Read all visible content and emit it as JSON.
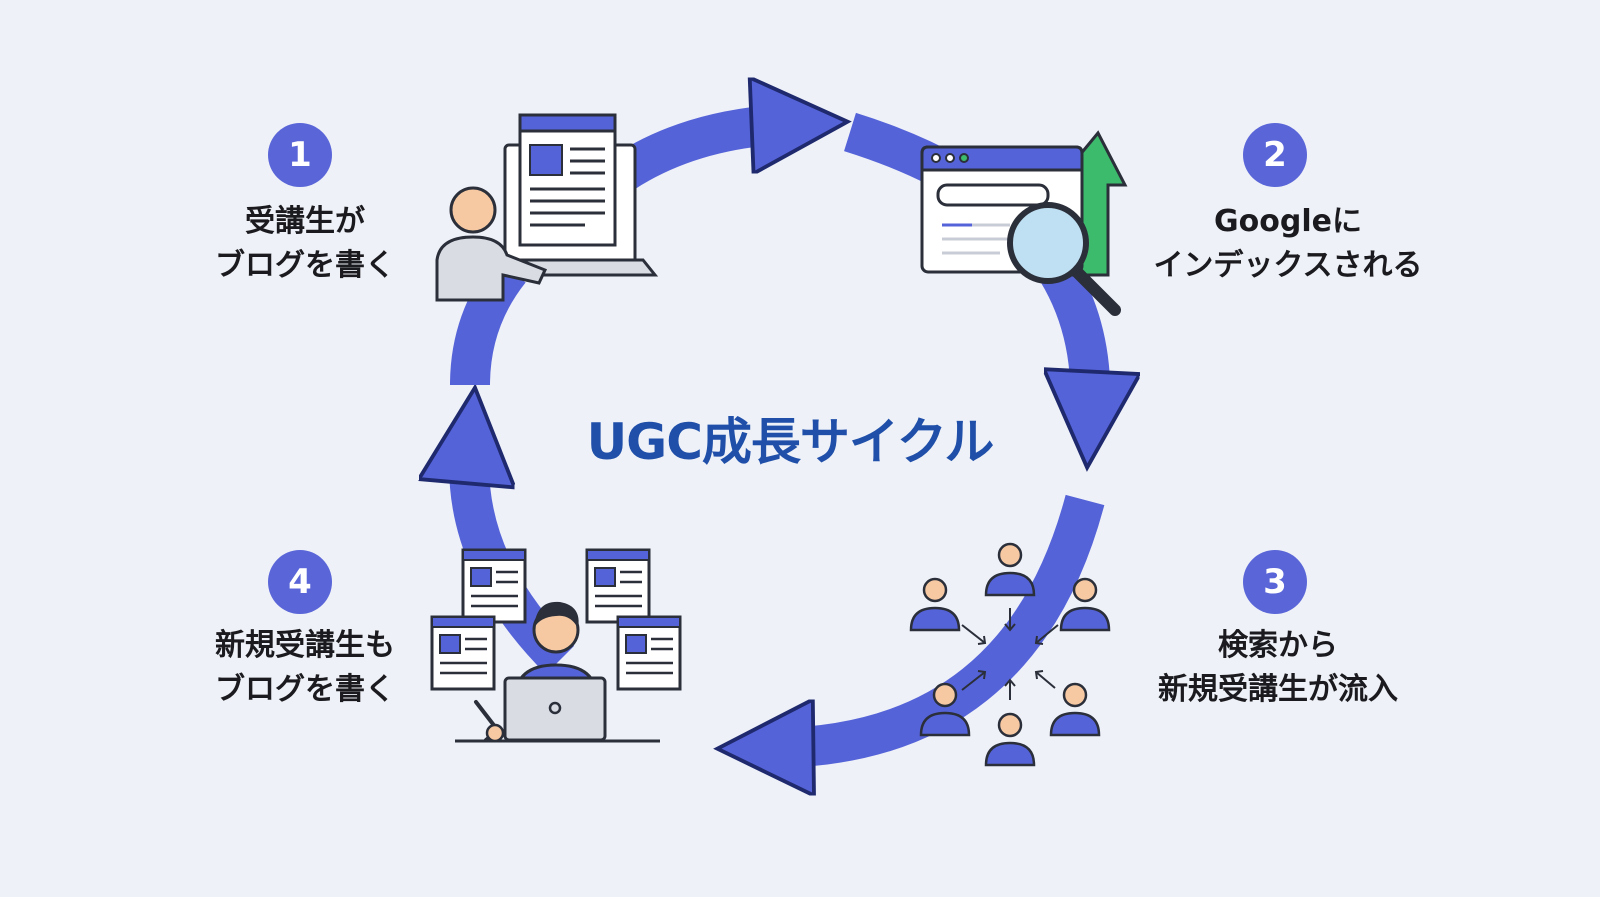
{
  "title": "UGC成長サイクル",
  "colors": {
    "background": "#eef1f8",
    "cycle_arrow": "#5563d8",
    "arrow_outline": "#1f2a6e",
    "title": "#1f4fa8",
    "badge": "#5a66d8",
    "growth_arrow": "#3dbb6c",
    "skin": "#f6c9a3",
    "outline": "#2b2f3a"
  },
  "steps": [
    {
      "number": "1",
      "lines": [
        "受講生が",
        "ブログを書く"
      ],
      "icon": "person-writing-blog-icon"
    },
    {
      "number": "2",
      "lines": [
        "Googleに",
        "インデックスされる"
      ],
      "icon": "search-indexing-icon"
    },
    {
      "number": "3",
      "lines": [
        "検索から",
        "新規受講生が流入"
      ],
      "icon": "people-inflow-icon"
    },
    {
      "number": "4",
      "lines": [
        "新規受講生も",
        "ブログを書く"
      ],
      "icon": "new-writer-articles-icon"
    }
  ]
}
